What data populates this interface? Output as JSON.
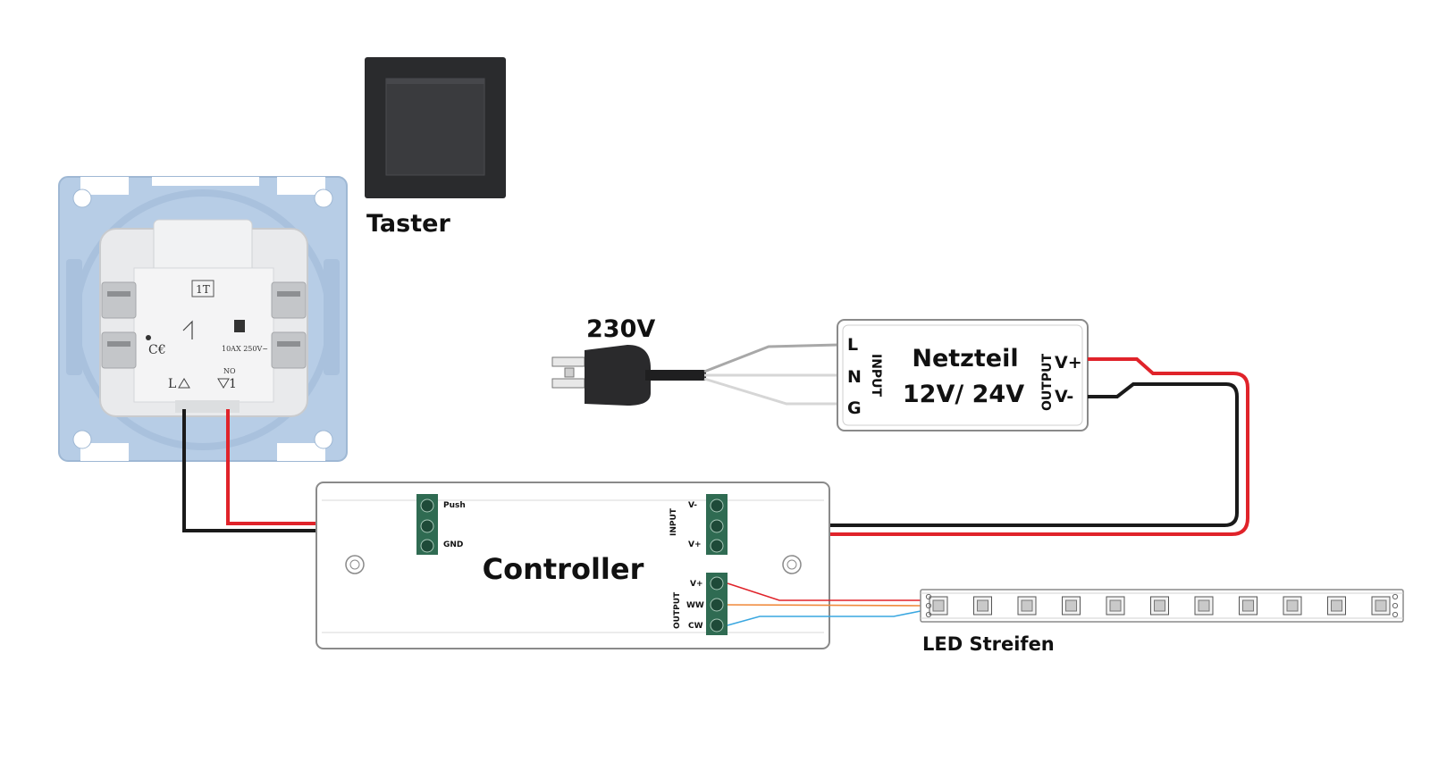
{
  "labels": {
    "taster": "Taster",
    "voltage": "230V",
    "netzteil_line1": "Netzteil",
    "netzteil_line2": "12V/ 24V",
    "controller": "Controller",
    "led_strip": "LED Streifen"
  },
  "netzteil_terminals": {
    "input_caption": "INPUT",
    "output_caption": "OUTPUT",
    "input": [
      "L",
      "N",
      "G"
    ],
    "output": [
      "V+",
      "V-"
    ]
  },
  "controller_terminals": {
    "push_block": [
      "Push",
      "GND"
    ],
    "input_caption": "INPUT",
    "input": [
      "V-",
      "V+"
    ],
    "output_caption": "OUTPUT",
    "output": [
      "V+",
      "WW",
      "CW"
    ]
  },
  "switch_insert_markings": {
    "model": "1T",
    "rating": "10AX 250V~",
    "terminal_left": "L",
    "terminal_right": "1",
    "contact": "NO"
  },
  "colors": {
    "wire_red": "#e0232a",
    "wire_black": "#1a1a1a",
    "wire_gray": "#a8a8a8",
    "wire_white": "#d6d6d6",
    "wire_orange": "#f08a3c",
    "wire_blue": "#3aa7e0",
    "terminal_green": "#2f6b52",
    "mounting_plate": "#b7cde6",
    "taster_frame": "#2a2b2d",
    "taster_rocker": "#3a3b3e"
  }
}
